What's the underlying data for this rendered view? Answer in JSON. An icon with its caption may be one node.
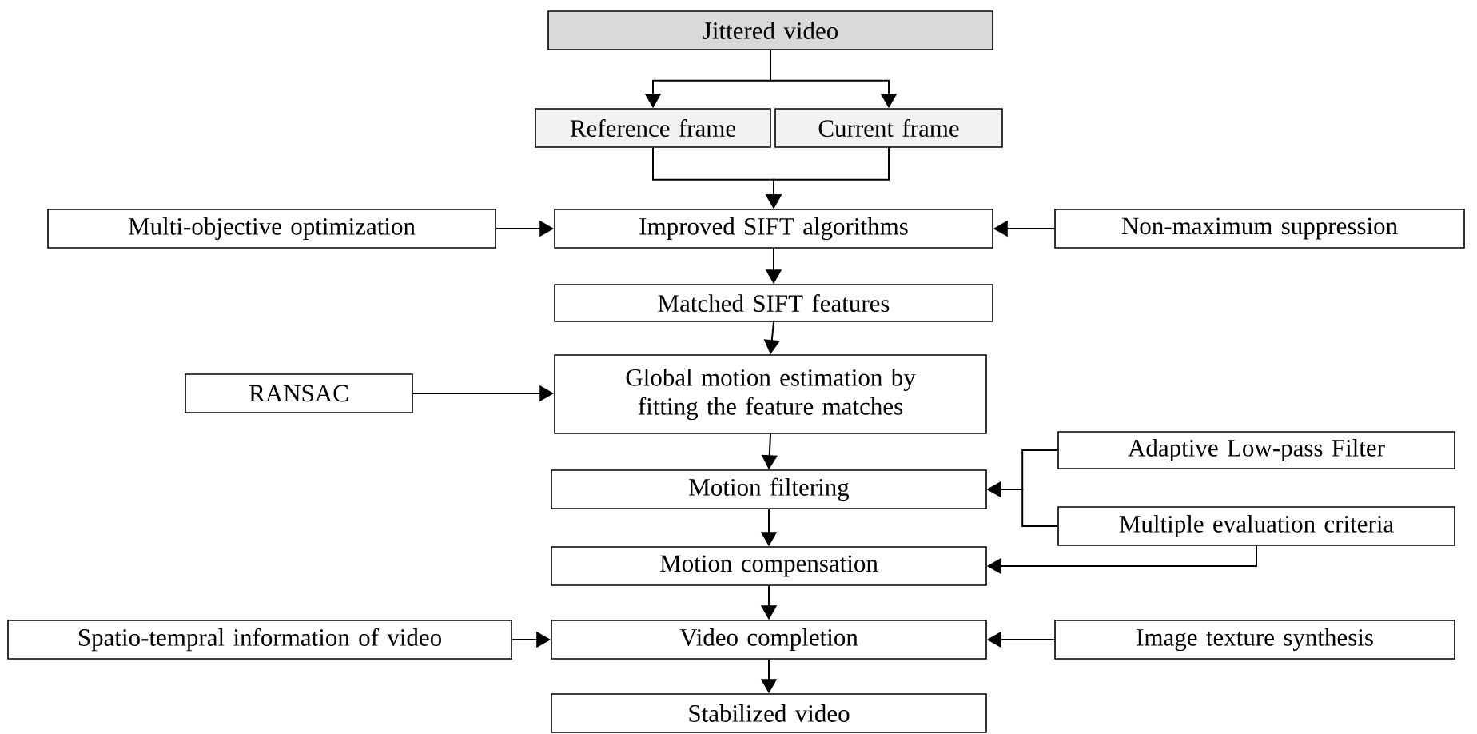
{
  "diagram": {
    "nodes": [
      {
        "text": [
          "Jittered video"
        ]
      },
      {
        "text": [
          "Reference frame"
        ]
      },
      {
        "text": [
          "Current frame"
        ]
      },
      {
        "text": [
          "Improved SIFT algorithms"
        ]
      },
      {
        "text": [
          "Multi-objective optimization"
        ]
      },
      {
        "text": [
          "Non-maximum suppression"
        ]
      },
      {
        "text": [
          "Matched SIFT features"
        ]
      },
      {
        "text": [
          "RANSAC"
        ]
      },
      {
        "text": [
          "Global motion estimation by fitting the feature matches"
        ]
      },
      {
        "text": [
          "Adaptive Low-pass Filter"
        ]
      },
      {
        "text": [
          "Motion filtering"
        ]
      },
      {
        "text": [
          "Multiple evaluation criteria"
        ]
      },
      {
        "text": [
          "Motion compensation"
        ]
      },
      {
        "text": [
          "Spatio-tempral information of video"
        ]
      },
      {
        "text": [
          "Video completion"
        ]
      },
      {
        "text": [
          "Image texture synthesis"
        ]
      },
      {
        "text": [
          "Stabilized video"
        ]
      }
    ],
    "edges": [
      {
        "from": 0,
        "to": 1,
        "arrow": "to"
      },
      {
        "from": 0,
        "to": 2,
        "arrow": "to"
      },
      {
        "from": 1,
        "to": 3,
        "arrow": "to"
      },
      {
        "from": 2,
        "to": 3,
        "arrow": "to"
      },
      {
        "from": 4,
        "to": 3,
        "arrow": "to"
      },
      {
        "from": 5,
        "to": 3,
        "arrow": "to"
      },
      {
        "from": 3,
        "to": 6,
        "arrow": "to"
      },
      {
        "from": 6,
        "to": 8,
        "arrow": "to"
      },
      {
        "from": 7,
        "to": 8,
        "arrow": "to"
      },
      {
        "from": 8,
        "to": 10,
        "arrow": "to"
      },
      {
        "from": 9,
        "to": 10,
        "arrow": "to"
      },
      {
        "from": 11,
        "to": 10,
        "arrow": "to"
      },
      {
        "from": 10,
        "to": 12,
        "arrow": "to"
      },
      {
        "from": 11,
        "to": 12,
        "arrow": "to"
      },
      {
        "from": 12,
        "to": 14,
        "arrow": "to"
      },
      {
        "from": 13,
        "to": 14,
        "arrow": "to"
      },
      {
        "from": 15,
        "to": 14,
        "arrow": "to"
      },
      {
        "from": 14,
        "to": 16,
        "arrow": "to"
      }
    ]
  }
}
